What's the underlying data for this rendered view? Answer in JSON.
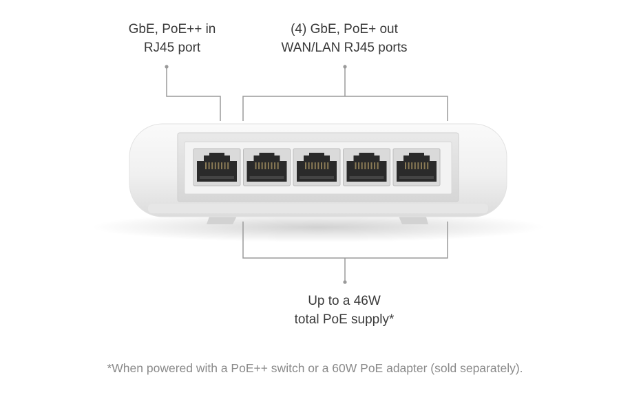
{
  "callouts": {
    "input_port": {
      "line1": "GbE, PoE++ in",
      "line2": "RJ45 port"
    },
    "output_ports": {
      "line1": "(4) GbE, PoE+ out",
      "line2": "WAN/LAN RJ45 ports"
    },
    "supply": {
      "line1": "Up to a 46W",
      "line2": "total PoE supply*"
    }
  },
  "footnote": "*When powered with a PoE++ switch or a 60W PoE adapter (sold separately).",
  "device": {
    "port_count": 5
  },
  "colors": {
    "leader_line": "#9a9a9a",
    "text": "#3a3a3a",
    "footnote": "#8a8a8a",
    "body": "#f2f2f2"
  }
}
